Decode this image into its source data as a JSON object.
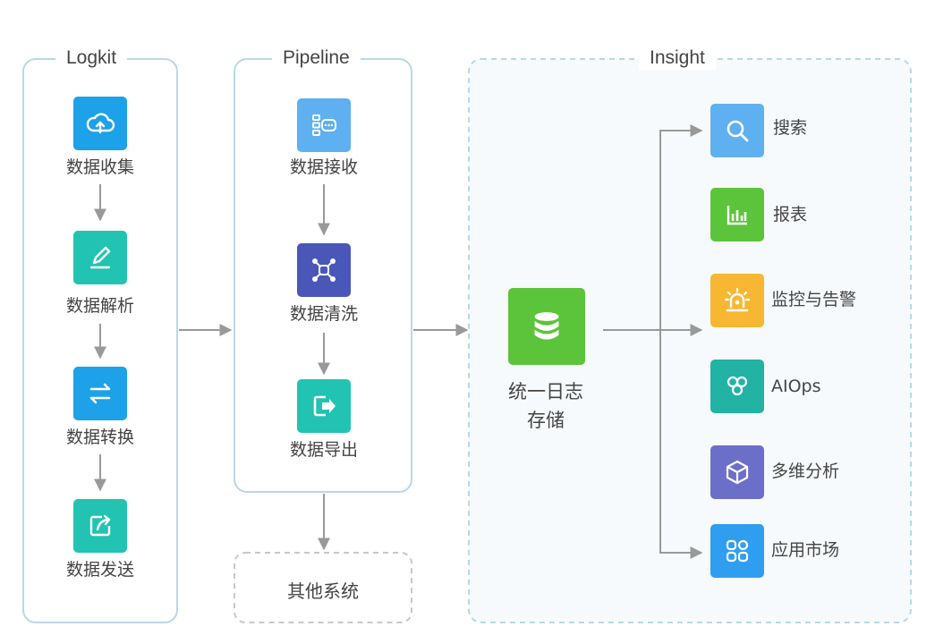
{
  "groups": {
    "logkit": "Logkit",
    "pipeline": "Pipeline",
    "insight": "Insight"
  },
  "logkit_steps": [
    {
      "label": "数据收集",
      "icon": "cloud-upload-icon",
      "color": "#1da1e8"
    },
    {
      "label": "数据解析",
      "icon": "pencil-icon",
      "color": "#22c3b3"
    },
    {
      "label": "数据转换",
      "icon": "swap-arrows-icon",
      "color": "#1da1e8"
    },
    {
      "label": "数据发送",
      "icon": "share-out-icon",
      "color": "#22c3b3"
    }
  ],
  "pipeline_steps": [
    {
      "label": "数据接收",
      "icon": "receive-list-icon",
      "color": "#5eb0f0"
    },
    {
      "label": "数据清洗",
      "icon": "network-nodes-icon",
      "color": "#4a57b8"
    },
    {
      "label": "数据导出",
      "icon": "export-door-icon",
      "color": "#22c3b3"
    }
  ],
  "storage": {
    "line1": "统一日志",
    "line2": "存储",
    "icon": "database-icon",
    "color": "#5cc43a"
  },
  "other_system": "其他系统",
  "insight_items": [
    {
      "label": "搜索",
      "icon": "search-icon",
      "color": "#5eb0f0"
    },
    {
      "label": "报表",
      "icon": "bar-chart-icon",
      "color": "#5cc43a"
    },
    {
      "label": "监控与告警",
      "icon": "alarm-light-icon",
      "color": "#f7b733"
    },
    {
      "label": "AIOps",
      "icon": "rings-icon",
      "color": "#22b3a5"
    },
    {
      "label": "多维分析",
      "icon": "cube-icon",
      "color": "#6c6fc8"
    },
    {
      "label": "应用市场",
      "icon": "app-grid-icon",
      "color": "#2f9ef0"
    }
  ],
  "colors": {
    "border": "#b8d8e8",
    "arrow": "#999999",
    "insight_bg": "#f7fafc"
  }
}
